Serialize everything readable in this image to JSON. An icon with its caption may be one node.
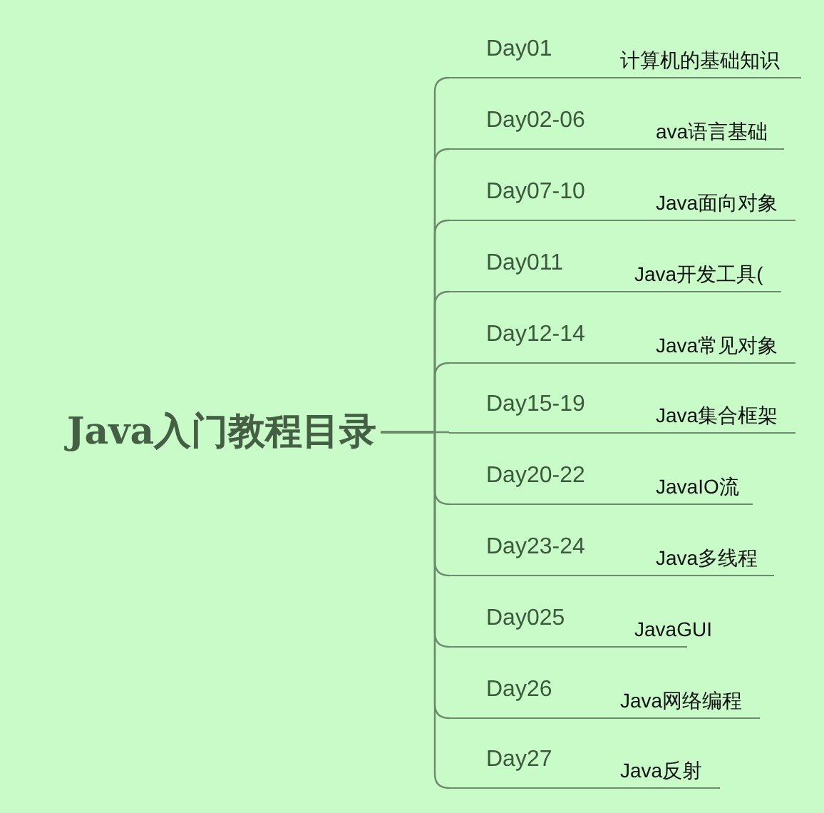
{
  "diagram": {
    "nodes": [
      {
        "text": [
          "Java入门教程目录"
        ]
      },
      {
        "text": [
          "Day01",
          "计算机的基础知识"
        ]
      },
      {
        "text": [
          "Day02-06",
          "ava语言基础"
        ]
      },
      {
        "text": [
          "Day07-10",
          "Java面向对象"
        ]
      },
      {
        "text": [
          "Day011",
          "Java开发工具("
        ]
      },
      {
        "text": [
          "Day12-14",
          "Java常见对象"
        ]
      },
      {
        "text": [
          "Day15-19",
          "Java集合框架"
        ]
      },
      {
        "text": [
          "Day20-22",
          "JavaIO流"
        ]
      },
      {
        "text": [
          "Day23-24",
          "Java多线程"
        ]
      },
      {
        "text": [
          "Day025",
          "JavaGUI"
        ]
      },
      {
        "text": [
          "Day26",
          "Java网络编程"
        ]
      },
      {
        "text": [
          "Day27",
          "Java反射"
        ]
      }
    ],
    "edges": [
      {
        "from": 0,
        "to": 1,
        "arrow": "none"
      },
      {
        "from": 0,
        "to": 2,
        "arrow": "none"
      },
      {
        "from": 0,
        "to": 3,
        "arrow": "none"
      },
      {
        "from": 0,
        "to": 4,
        "arrow": "none"
      },
      {
        "from": 0,
        "to": 5,
        "arrow": "none"
      },
      {
        "from": 0,
        "to": 6,
        "arrow": "none"
      },
      {
        "from": 0,
        "to": 7,
        "arrow": "none"
      },
      {
        "from": 0,
        "to": 8,
        "arrow": "none"
      },
      {
        "from": 0,
        "to": 9,
        "arrow": "none"
      },
      {
        "from": 0,
        "to": 10,
        "arrow": "none"
      },
      {
        "from": 0,
        "to": 11,
        "arrow": "none"
      }
    ]
  }
}
